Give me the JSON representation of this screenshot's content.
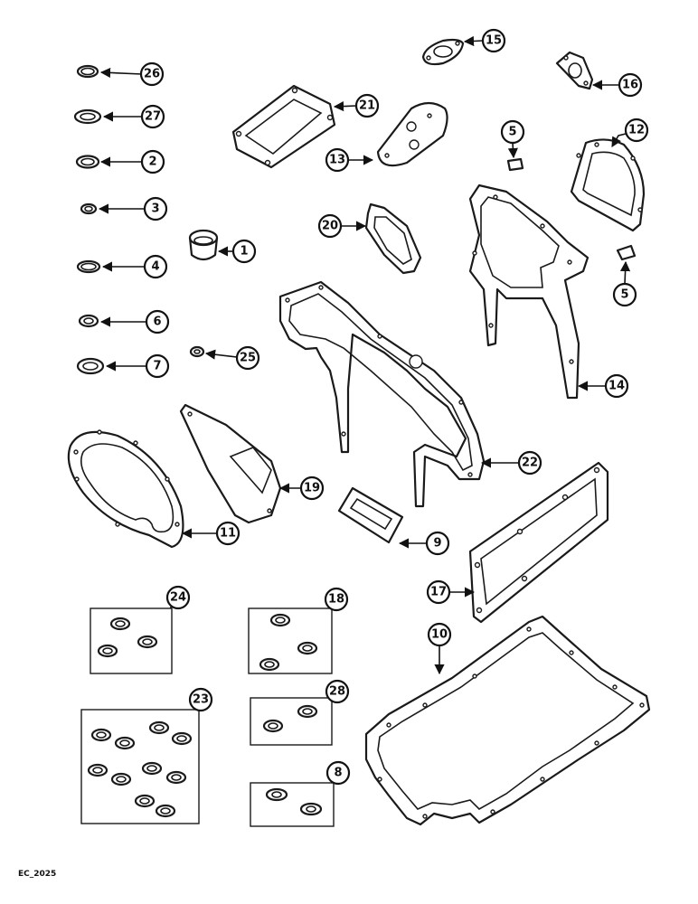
{
  "figure_code": "EC_2025",
  "callouts": [
    "26",
    "27",
    "2",
    "3",
    "4",
    "6",
    "7",
    "1",
    "25",
    "21",
    "15",
    "16",
    "13",
    "5",
    "12",
    "20",
    "5",
    "14",
    "22",
    "19",
    "11",
    "9",
    "17",
    "10",
    "24",
    "18",
    "23",
    "28",
    "8"
  ],
  "icons": {
    "seal": "seal-ring-icon",
    "gasket": "gasket-icon",
    "kit": "seal-kit-icon",
    "arrow": "arrow-head-icon"
  }
}
